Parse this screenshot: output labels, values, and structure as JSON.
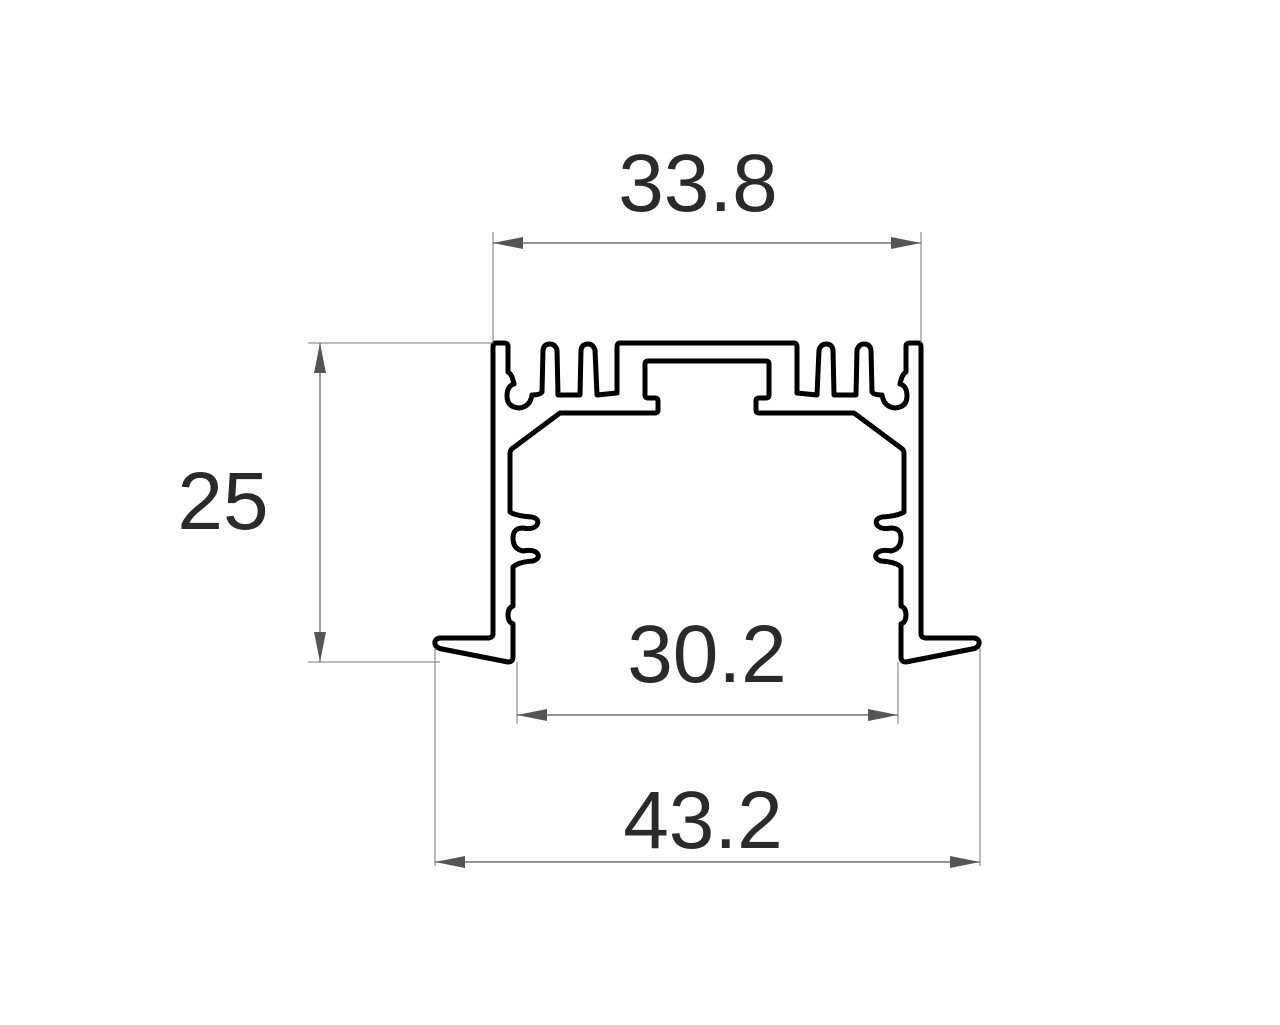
{
  "drawing": {
    "subject": "aluminum-profile-cross-section",
    "dimensions": {
      "top_width": "33.8",
      "height": "25",
      "inner_width": "30.2",
      "overall_width": "43.2"
    },
    "units_values": {
      "top_width": 33.8,
      "height": 25,
      "inner_width": 30.2,
      "overall_width": 43.2
    }
  }
}
